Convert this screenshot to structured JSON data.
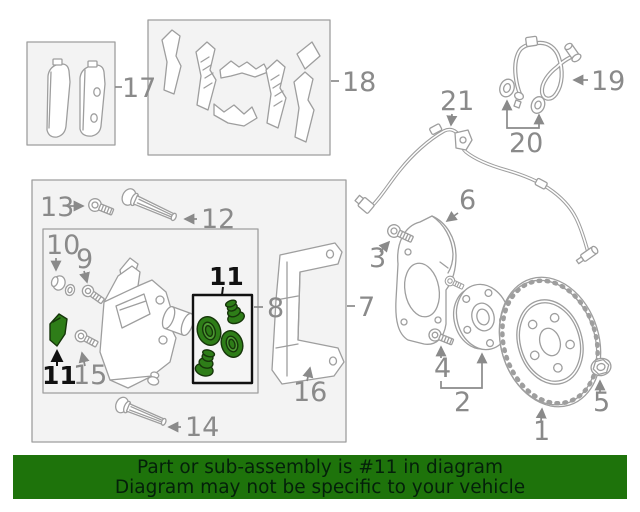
{
  "page": {
    "background": "#ffffff"
  },
  "artwork": {
    "line_color": "#9e9e9e",
    "box_fill": "#f3f3f3",
    "part_fill": "#ffffff"
  },
  "labels": {
    "color": "#8a8a8a"
  },
  "highlight": {
    "fill": "#2e7d18",
    "fill_light": "#4d9a33",
    "outline": "#16360a",
    "label_color": "#111111",
    "box_border": "#111111"
  },
  "part_labels": {
    "n1": "1",
    "n2": "2",
    "n3": "3",
    "n4": "4",
    "n5": "5",
    "n6": "6",
    "n7": "7",
    "n8": "8",
    "n9": "9",
    "n10": "10",
    "n11": "11",
    "n12": "12",
    "n13": "13",
    "n14": "14",
    "n15": "15",
    "n16": "16",
    "n17": "17",
    "n18": "18",
    "n19": "19",
    "n20": "20",
    "n21": "21"
  },
  "banner": {
    "line1": "Part or sub-assembly is #11 in diagram",
    "line2": "Diagram may not be specific to your vehicle",
    "background": "#1e730b",
    "text_color": "#04200a"
  }
}
